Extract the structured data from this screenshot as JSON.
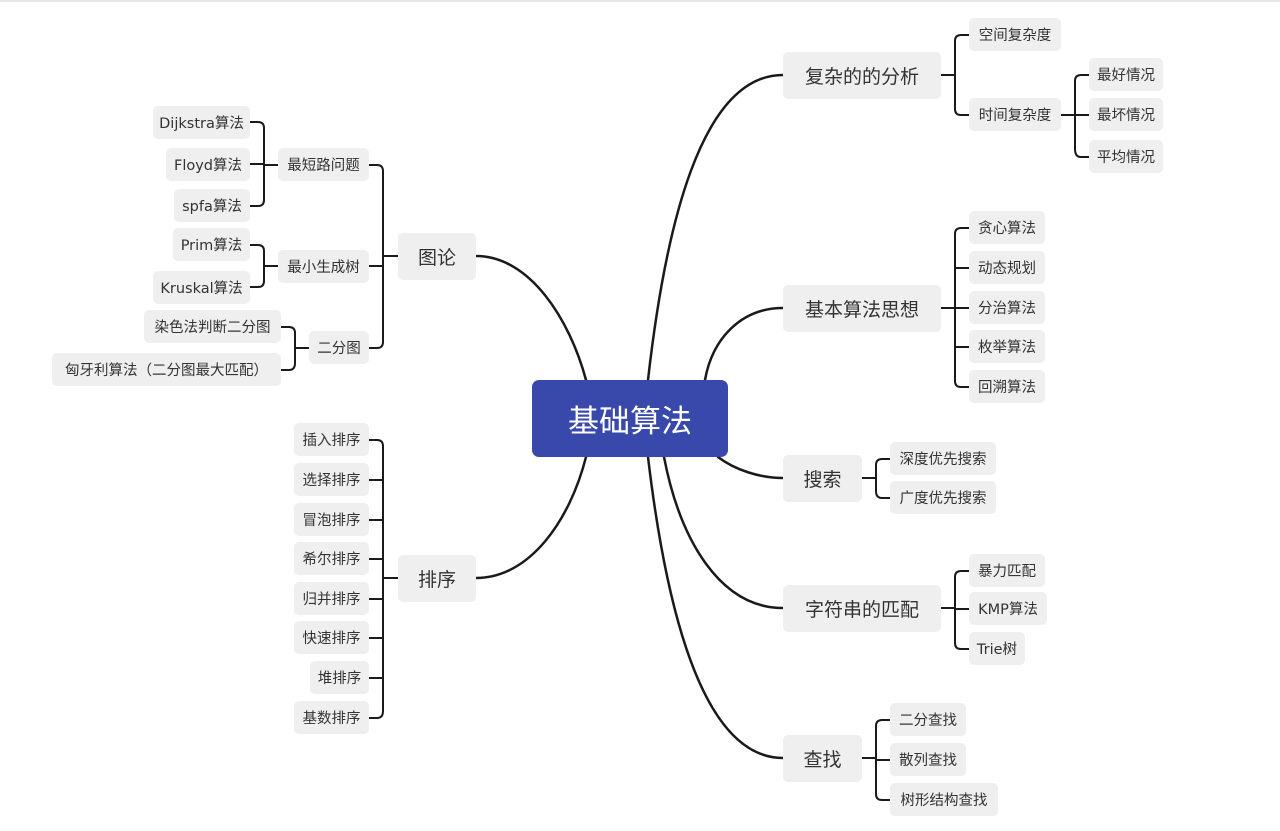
{
  "mindmap": {
    "colors": {
      "root_bg": "#3949ab",
      "node_bg": "#efefef",
      "text": "#333333",
      "line": "#1a1a1a"
    },
    "root": "基础算法",
    "graph": {
      "label": "图论",
      "shortest_path": {
        "label": "最短路问题",
        "items": [
          "Dijkstra算法",
          "Floyd算法",
          "spfa算法"
        ]
      },
      "mst": {
        "label": "最小生成树",
        "items": [
          "Prim算法",
          "Kruskal算法"
        ]
      },
      "bipartite": {
        "label": "二分图",
        "items": [
          "染色法判断二分图",
          "匈牙利算法（二分图最大匹配）"
        ]
      }
    },
    "sorting": {
      "label": "排序",
      "items": [
        "插入排序",
        "选择排序",
        "冒泡排序",
        "希尔排序",
        "归并排序",
        "快速排序",
        "堆排序",
        "基数排序"
      ]
    },
    "complexity": {
      "label": "复杂的的分析",
      "space": "空间复杂度",
      "time": {
        "label": "时间复杂度",
        "items": [
          "最好情况",
          "最坏情况",
          "平均情况"
        ]
      }
    },
    "ideas": {
      "label": "基本算法思想",
      "items": [
        "贪心算法",
        "动态规划",
        "分治算法",
        "枚举算法",
        "回溯算法"
      ]
    },
    "search": {
      "label": "搜索",
      "items": [
        "深度优先搜索",
        "广度优先搜索"
      ]
    },
    "string_match": {
      "label": "字符串的匹配",
      "items": [
        "暴力匹配",
        "KMP算法",
        "Trie树"
      ]
    },
    "lookup": {
      "label": "查找",
      "items": [
        "二分查找",
        "散列查找",
        "树形结构查找"
      ]
    }
  }
}
